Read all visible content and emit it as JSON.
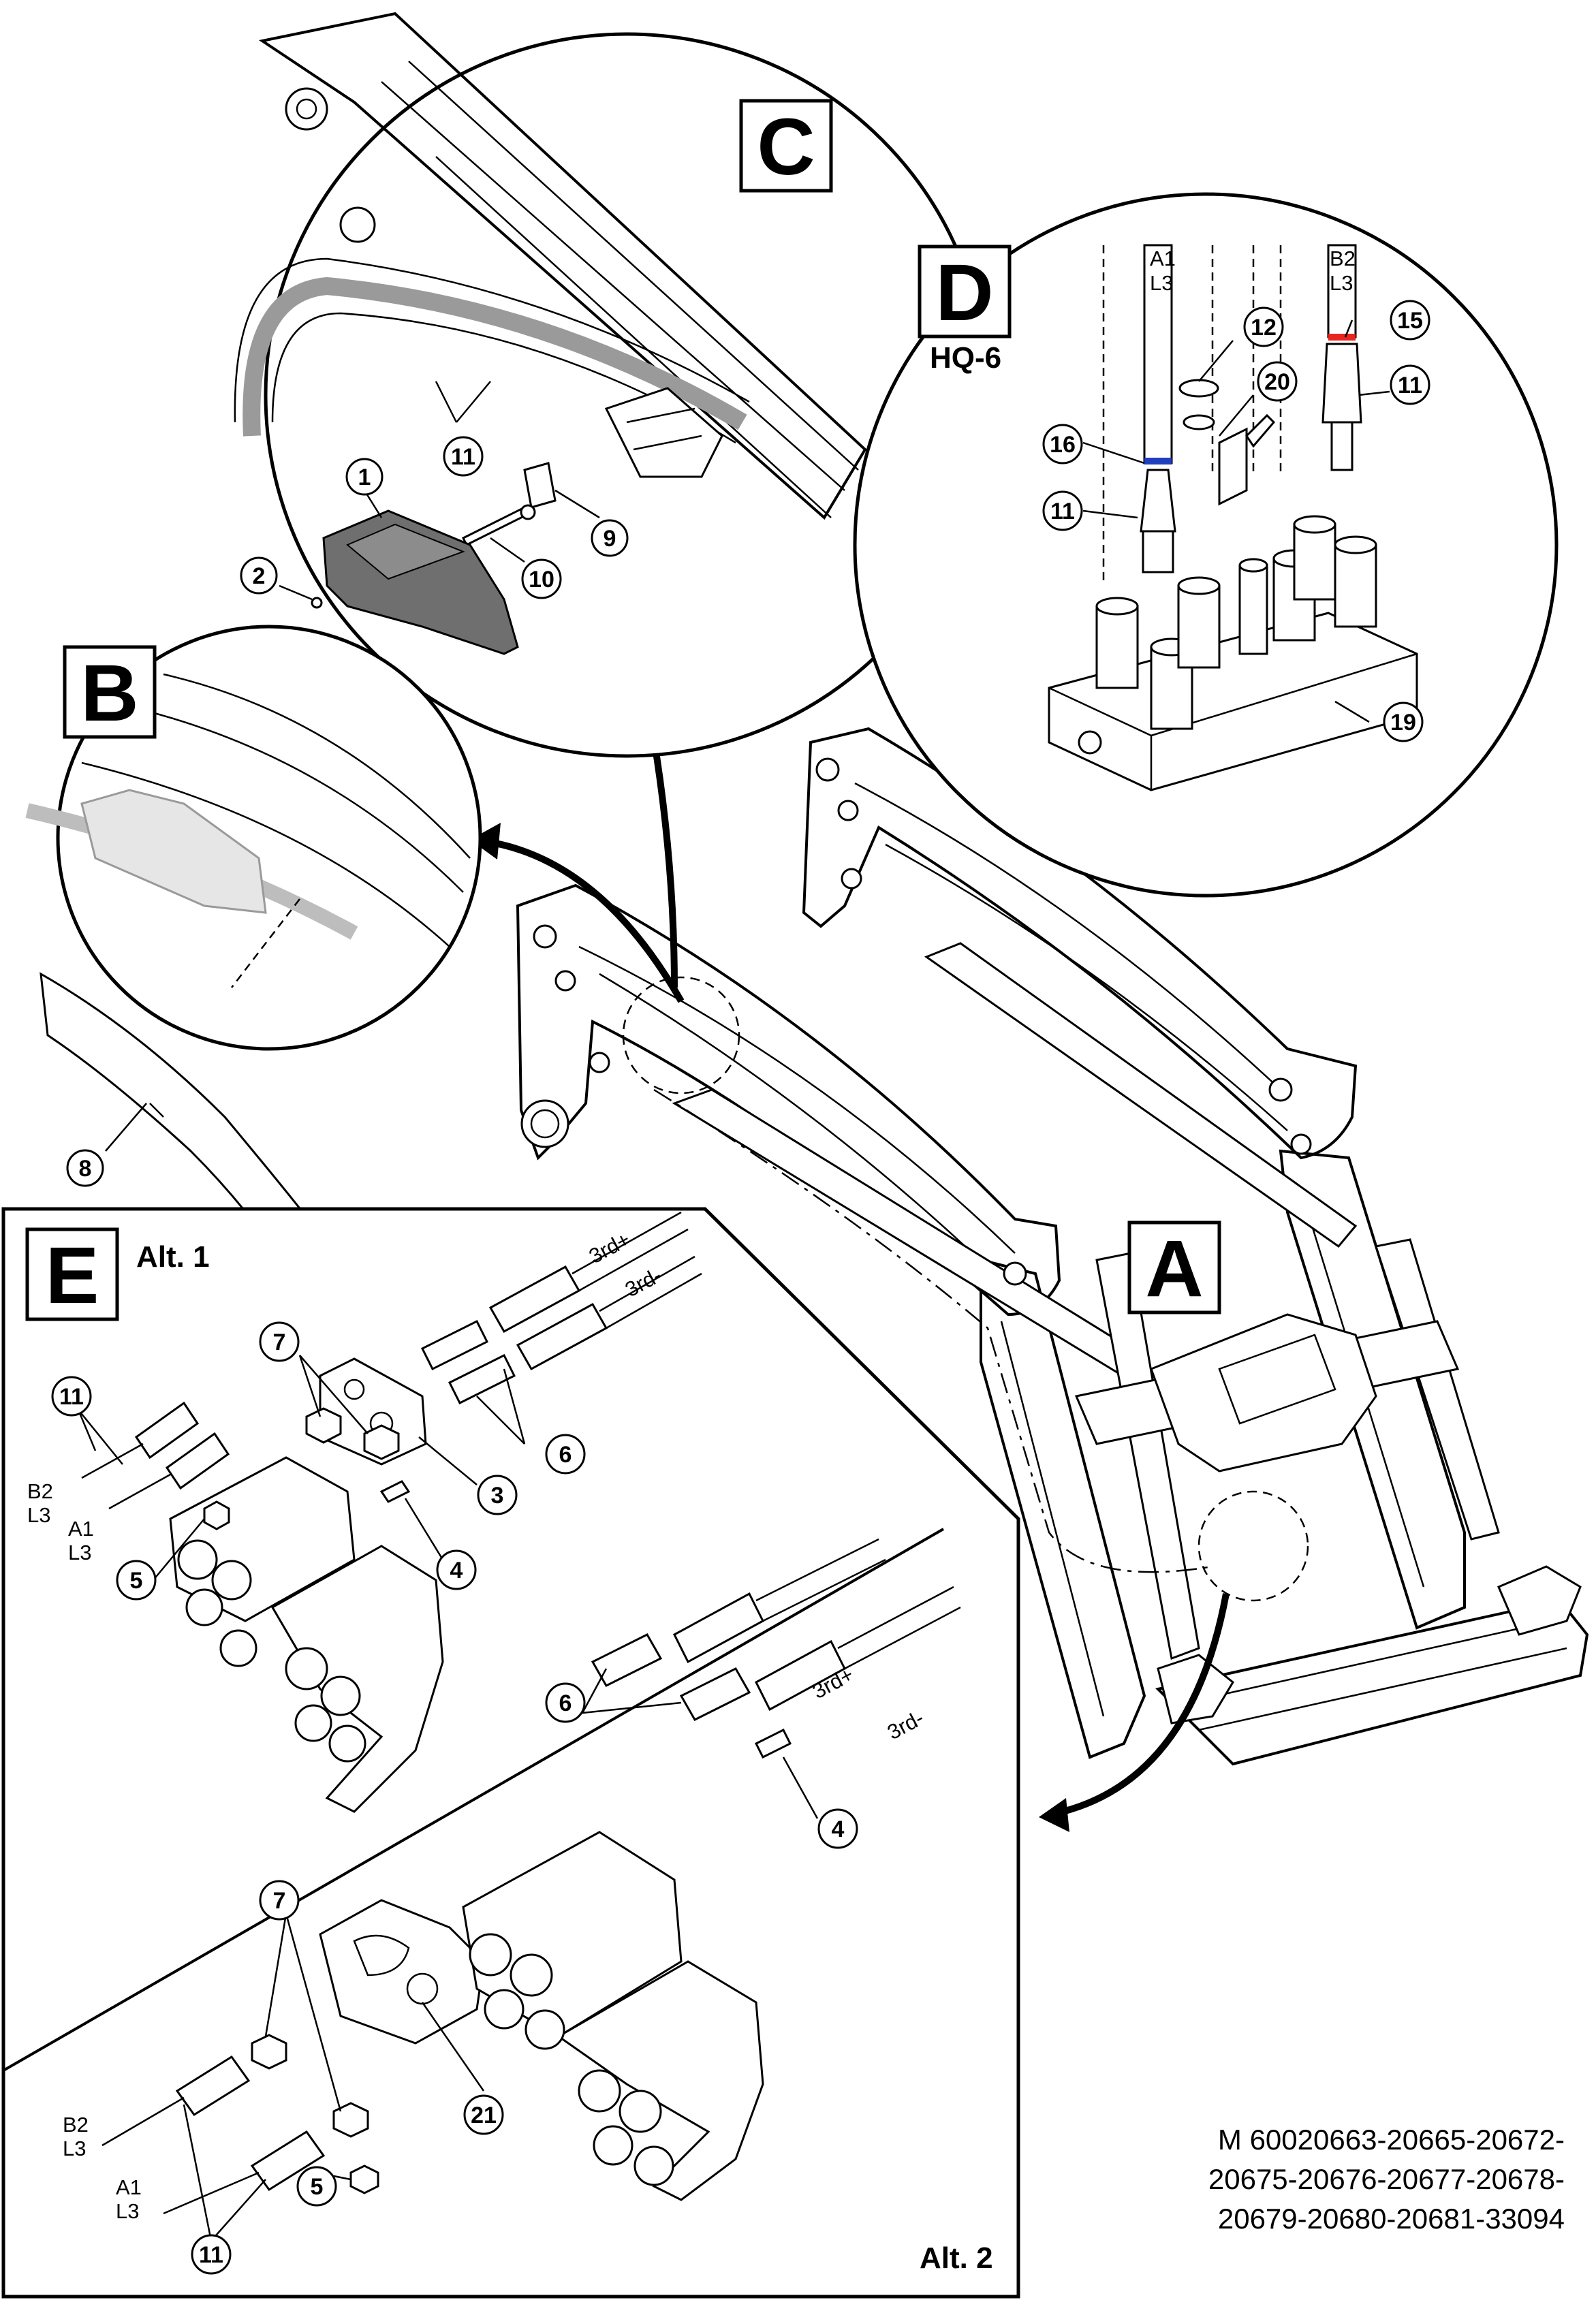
{
  "views": {
    "a": "A",
    "b": "B",
    "c": "C",
    "d": "D",
    "e": "E"
  },
  "view_d_subtitle": "HQ-6",
  "view_e_alternatives": {
    "alt1": "Alt. 1",
    "alt2": "Alt. 2"
  },
  "hose_labels": {
    "third_plus": "3rd+",
    "third_minus": "3rd-",
    "a1": "A1",
    "l3": "L3",
    "b2": "B2"
  },
  "callouts": {
    "c1": "1",
    "c2": "2",
    "c3": "3",
    "c4": "4",
    "c5": "5",
    "c6": "6",
    "c7": "7",
    "c8": "8",
    "c9": "9",
    "c10": "10",
    "c11": "11",
    "c12": "12",
    "c15": "15",
    "c16": "16",
    "c19": "19",
    "c20": "20",
    "c21": "21"
  },
  "reference": {
    "line1": "M 60020663-20665-20672-",
    "line2": "20675-20676-20677-20678-",
    "line3": "20679-20680-20681-33094"
  },
  "colors": {
    "blue_marker": "#1f3fbf",
    "red_marker": "#e8261f",
    "grey_cover": "#6f6f6f"
  }
}
